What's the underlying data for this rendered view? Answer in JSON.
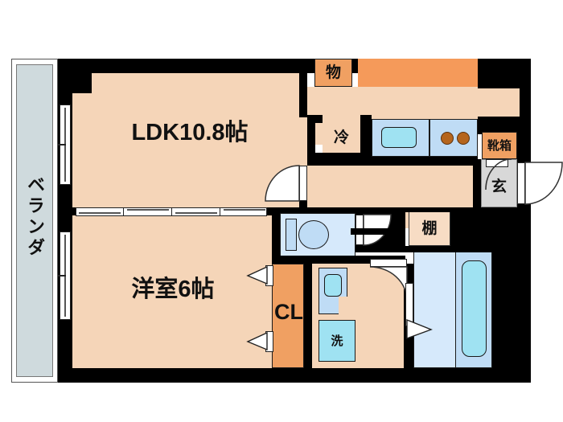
{
  "plan": {
    "type": "japanese-apartment-floorplan",
    "layout_name": "1LDK",
    "background_color": "#ffffff",
    "wall_color": "#000000",
    "room_fill_color": "#f5d5b8",
    "closet_fill_color": "#f0a062",
    "fixture_fill_color": "#bfdcf5",
    "veranda_fill_color": "#cfdadd",
    "entrance_fill_color": "#d8d8d8"
  },
  "rooms": [
    {
      "id": "ldk",
      "label": "LDK10.8帖",
      "size_jo": 10.8,
      "kind": "living-dining-kitchen"
    },
    {
      "id": "bedroom",
      "label": "洋室6帖",
      "size_jo": 6,
      "kind": "western-room"
    },
    {
      "id": "veranda",
      "label": "ベランダ",
      "kind": "balcony"
    },
    {
      "id": "entrance",
      "label": "玄",
      "kind": "genkan-entrance"
    }
  ],
  "storage": [
    {
      "id": "closet",
      "label": "CL",
      "kind": "closet"
    },
    {
      "id": "monoire",
      "label": "物",
      "kind": "storage-closet"
    },
    {
      "id": "shoebox",
      "label": "靴箱",
      "kind": "shoe-cabinet"
    },
    {
      "id": "tana",
      "label": "棚",
      "kind": "shelf-closet"
    }
  ],
  "fixtures": [
    {
      "id": "fridge-space",
      "label": "冷",
      "kind": "refrigerator-space",
      "style": "dashed-outline"
    },
    {
      "id": "washer-space",
      "label": "洗",
      "kind": "washing-machine-space"
    },
    {
      "id": "kitchen-sink",
      "label": "",
      "kind": "sink"
    },
    {
      "id": "stove",
      "label": "",
      "kind": "two-burner-stove",
      "burners": 2
    },
    {
      "id": "toilet",
      "label": "",
      "kind": "toilet"
    },
    {
      "id": "washbasin",
      "label": "",
      "kind": "wash-basin"
    },
    {
      "id": "bathtub",
      "label": "",
      "kind": "bathtub"
    },
    {
      "id": "upper-cabinet",
      "label": "",
      "kind": "overhead-kitchen-cabinet"
    }
  ],
  "openings": [
    {
      "id": "balcony-window-ldk",
      "kind": "sliding-window"
    },
    {
      "id": "balcony-window-bedroom",
      "kind": "sliding-window"
    },
    {
      "id": "fusuma-ldk-bedroom",
      "kind": "sliding-doors"
    },
    {
      "id": "ldk-hall-door",
      "kind": "hinged-door"
    },
    {
      "id": "entrance-door",
      "kind": "hinged-door"
    },
    {
      "id": "toilet-door",
      "kind": "hinged-door"
    },
    {
      "id": "washroom-door",
      "kind": "hinged-door"
    },
    {
      "id": "bath-door",
      "kind": "folding-door"
    },
    {
      "id": "closet-door-top",
      "kind": "folding-door"
    },
    {
      "id": "closet-door-bottom",
      "kind": "folding-door"
    }
  ]
}
